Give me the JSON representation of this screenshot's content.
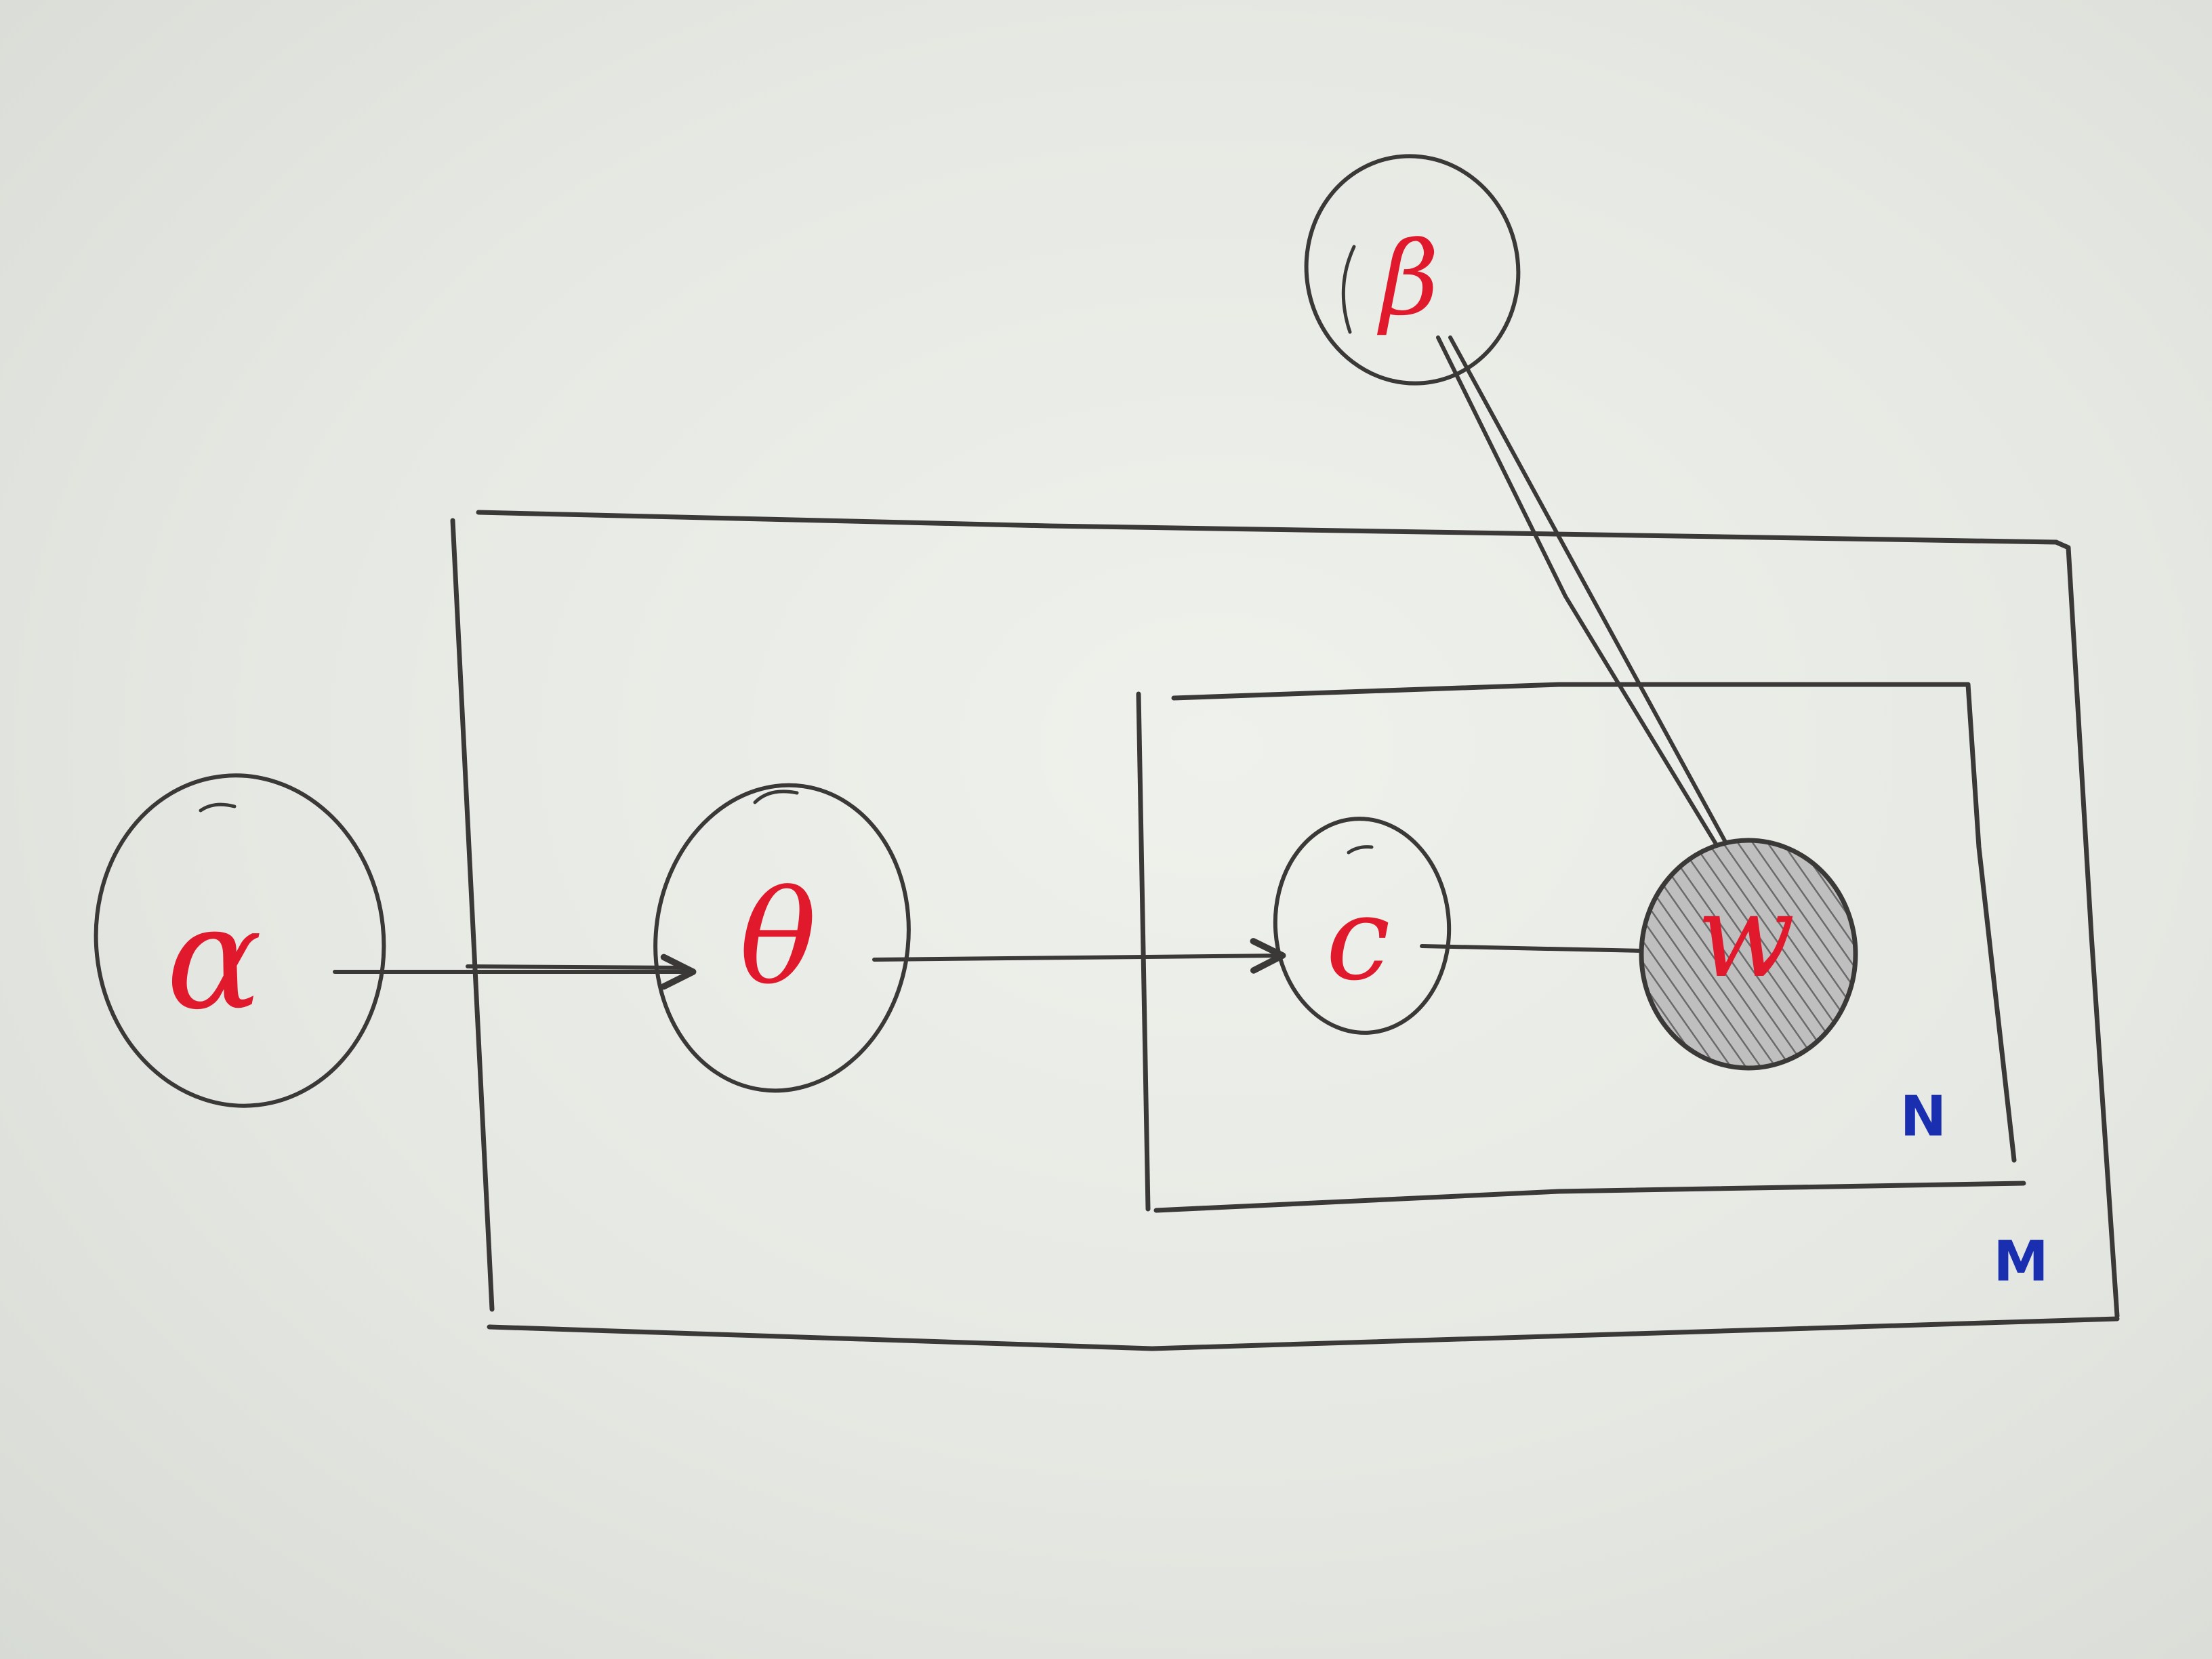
{
  "nodes": {
    "alpha": {
      "label": "α",
      "observed": false
    },
    "theta": {
      "label": "θ",
      "observed": false
    },
    "c": {
      "label": "c",
      "observed": false
    },
    "w": {
      "label": "w",
      "observed": true
    },
    "beta": {
      "label": "β",
      "observed": false
    }
  },
  "plates": {
    "outer": {
      "label": "M"
    },
    "inner": {
      "label": "N"
    }
  },
  "edges": [
    {
      "from": "alpha",
      "to": "theta"
    },
    {
      "from": "theta",
      "to": "c"
    },
    {
      "from": "c",
      "to": "w"
    },
    {
      "from": "beta",
      "to": "w"
    }
  ],
  "colors": {
    "ink": "#3b3838",
    "variable_label": "#e01a2c",
    "plate_label": "#1a2fb0",
    "paper": "#e6e8e3"
  }
}
